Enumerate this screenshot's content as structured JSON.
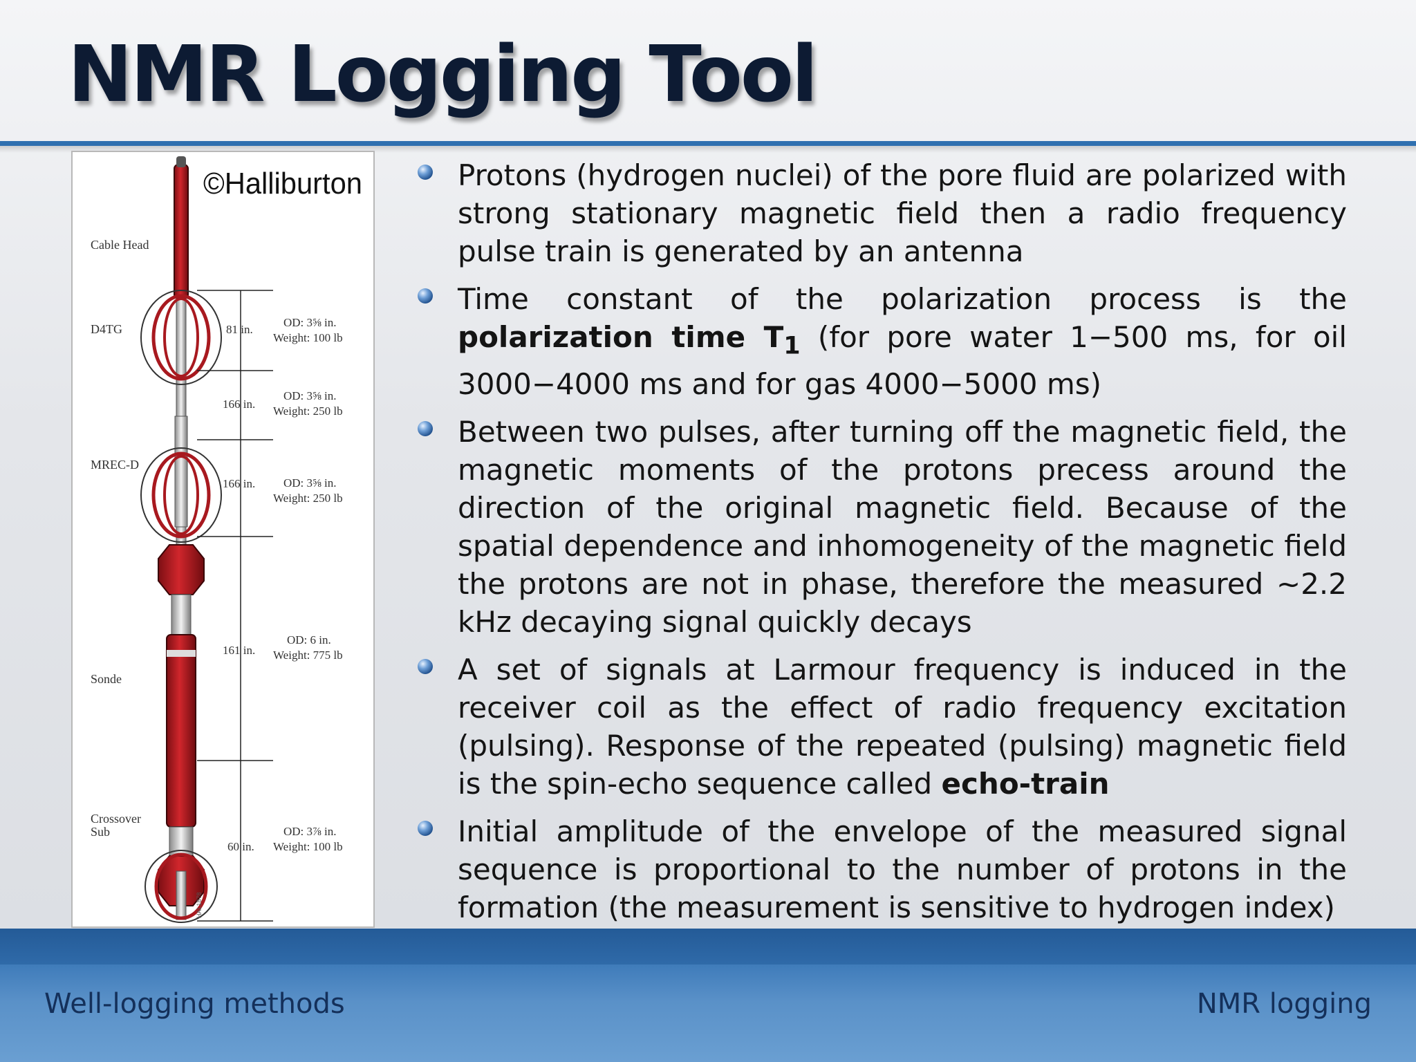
{
  "slide": {
    "title": "NMR Logging Tool",
    "figure": {
      "copyright": "©Halliburton",
      "sections": [
        {
          "name": "Cable Head",
          "length": "",
          "od": "",
          "weight": ""
        },
        {
          "name": "D4TG",
          "length": "81 in.",
          "od": "OD: 3⅝ in.",
          "weight": "Weight: 100 lb"
        },
        {
          "name": "",
          "length": "166 in.",
          "od": "OD: 3⅝ in.",
          "weight": "Weight: 250 lb"
        },
        {
          "name": "MREC-D",
          "length": "166 in.",
          "od": "OD: 3⅝ in.",
          "weight": "Weight: 250 lb"
        },
        {
          "name": "Sonde",
          "length": "161 in.",
          "od": "OD: 6 in.",
          "weight": "Weight: 775 lb"
        },
        {
          "name": "Crossover\nSub",
          "length": "60 in.",
          "od": "OD: 3⅞ in.",
          "weight": "Weight: 100 lb"
        }
      ],
      "stamp": "HAL1878"
    },
    "bullets": [
      {
        "segments": [
          {
            "text": "Protons (hydrogen nuclei) of the pore fluid are polarized with strong stationary magnetic field then a radio frequency pulse train is generated by an antenna"
          }
        ]
      },
      {
        "segments": [
          {
            "text": "Time constant of the polarization process is the "
          },
          {
            "text": "polarization time T",
            "bold": true
          },
          {
            "text": "1",
            "bold": true,
            "sub": true
          },
          {
            "text": " (for pore water 1−500 ms, for oil 3000−4000 ms and for gas 4000−5000 ms)"
          }
        ]
      },
      {
        "segments": [
          {
            "text": "Between two pulses, after turning off the magnetic field, the magnetic moments of the protons precess around the direction of the original magnetic field. Because of the spatial dependence and inhomogeneity of the magnetic field the protons are not in phase, therefore the measured ~2.2 kHz decaying signal quickly decays"
          }
        ]
      },
      {
        "segments": [
          {
            "text": "A set of signals at Larmour frequency is induced in the receiver coil as the effect of radio frequency excitation (pulsing). Response of the repeated (pulsing) magnetic field is the spin-echo sequence called "
          },
          {
            "text": "echo-train",
            "bold": true
          }
        ]
      },
      {
        "segments": [
          {
            "text": "Initial amplitude of the envelope of the measured signal sequence is proportional to the number of protons in the formation (the measurement is sensitive to hydrogen index)"
          }
        ]
      }
    ],
    "footer": {
      "left": "Well-logging methods",
      "right": "NMR logging"
    }
  },
  "colors": {
    "title": "#0d1b33",
    "accent_rule": "#2f70b0",
    "footer": "#3d7ab9",
    "footer_text": "#14305a",
    "tool_red": "#b3191f",
    "bullet_icon": "#2a5c9a"
  },
  "icons": {
    "bullet": "blue-orb-bullet-icon"
  }
}
